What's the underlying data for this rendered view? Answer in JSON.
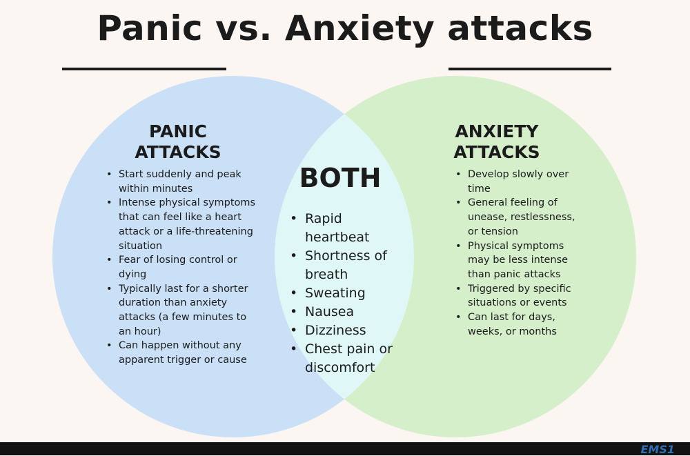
{
  "title": "Panic vs. Anxiety attacks",
  "panic": {
    "heading_line1": "PANIC",
    "heading_line2": "ATTACKS",
    "items": [
      "Start suddenly and peak within minutes",
      "Intense physical symptoms that can feel like a heart attack or a life-threatening situation",
      "Fear of losing control or dying",
      "Typically last for a shorter duration than anxiety attacks (a few minutes to an hour)",
      "Can happen without any apparent trigger or cause"
    ]
  },
  "anxiety": {
    "heading_line1": "ANXIETY",
    "heading_line2": "ATTACKS",
    "items": [
      "Develop slowly over time",
      "General feeling of unease, restlessness, or tension",
      "Physical symptoms may be less intense than panic attacks",
      "Triggered by specific situations or events",
      "Can last for days, weeks, or months"
    ]
  },
  "both": {
    "heading": "BOTH",
    "items": [
      "Rapid heartbeat",
      "Shortness of breath",
      "Sweating",
      "Nausea",
      "Dizziness",
      "Chest pain or discomfort"
    ]
  },
  "footer": {
    "logo_text": "EMS1"
  },
  "colors": {
    "panic_circle": "#c9e0f6",
    "anxiety_circle": "#d5efca",
    "overlap": "#dff7f6",
    "background": "#fbf6f1"
  }
}
